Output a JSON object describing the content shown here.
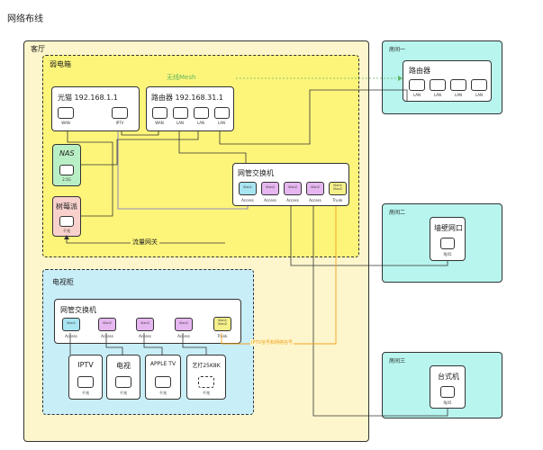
{
  "title": "网络布线",
  "living_room": {
    "label": "客厅"
  },
  "weak_box": {
    "label": "弱电箱"
  },
  "optical_modem": {
    "label": "光猫 192.168.1.1",
    "ports": [
      "WAN",
      "IPTV"
    ]
  },
  "router_main": {
    "label": "路由器 192.168.31.1",
    "ports": [
      "WAN",
      "LAN",
      "LAN",
      "LAN"
    ]
  },
  "nas": {
    "label": "NAS",
    "port_label": "2.5G"
  },
  "raspberry": {
    "label": "树莓派",
    "port_label": "千兆"
  },
  "managed_switch_box": {
    "label": "网管交换机",
    "ports": [
      {
        "vlan": "Vlan1",
        "mode": "Access"
      },
      {
        "vlan": "Vlan2",
        "mode": "Access"
      },
      {
        "vlan": "Vlan2",
        "mode": "Access"
      },
      {
        "vlan": "Vlan2",
        "mode": "Access"
      },
      {
        "vlan": "Vlan1\nVlan2",
        "mode": "Trunk"
      }
    ]
  },
  "mesh_label": "无线Mesh",
  "traffic_label": "流量网关",
  "tv_cabinet": {
    "label": "电视柜"
  },
  "managed_switch_tv": {
    "label": "网管交换机",
    "ports": [
      {
        "vlan": "Vlan1",
        "mode": "Access"
      },
      {
        "vlan": "Vlan2",
        "mode": "Access"
      },
      {
        "vlan": "Vlan2",
        "mode": "Access"
      },
      {
        "vlan": "Vlan2",
        "mode": "Access"
      },
      {
        "vlan": "Vlan1\nVlan2",
        "mode": "Trunk"
      }
    ]
  },
  "iptv_signal_label": "IPTV信号和网络信号",
  "devices": [
    {
      "label": "IPTV",
      "port_label": "千兆"
    },
    {
      "label": "电视",
      "port_label": "千兆"
    },
    {
      "label": "APPLE TV",
      "port_label": "千兆"
    },
    {
      "label": "艺打25K8K",
      "port_label": "千兆"
    }
  ],
  "room1": {
    "label": "房间一",
    "router_label": "路由器",
    "ports": [
      "LAN",
      "LAN",
      "LAN",
      "LAN"
    ]
  },
  "room2": {
    "label": "房间二",
    "device_label": "墙壁网口",
    "port_label": "RJ45"
  },
  "room3": {
    "label": "房间三",
    "device_label": "台式机",
    "port_label": "RJ45"
  },
  "colors": {
    "living": "#fdf6cc",
    "weak_box": "#fdf57a",
    "room": "#b7f5ee",
    "tv_cabinet": "#c8eef8",
    "vlan1": "#a9e4f2",
    "vlan2": "#e6b6f0",
    "trunk": "#f5f08a",
    "nas": "#b9efc4",
    "raspberry": "#f8d1cc",
    "line_purple": "#6d6ad4",
    "line_green": "#5fb55f",
    "line_orange": "#f3a11b"
  }
}
